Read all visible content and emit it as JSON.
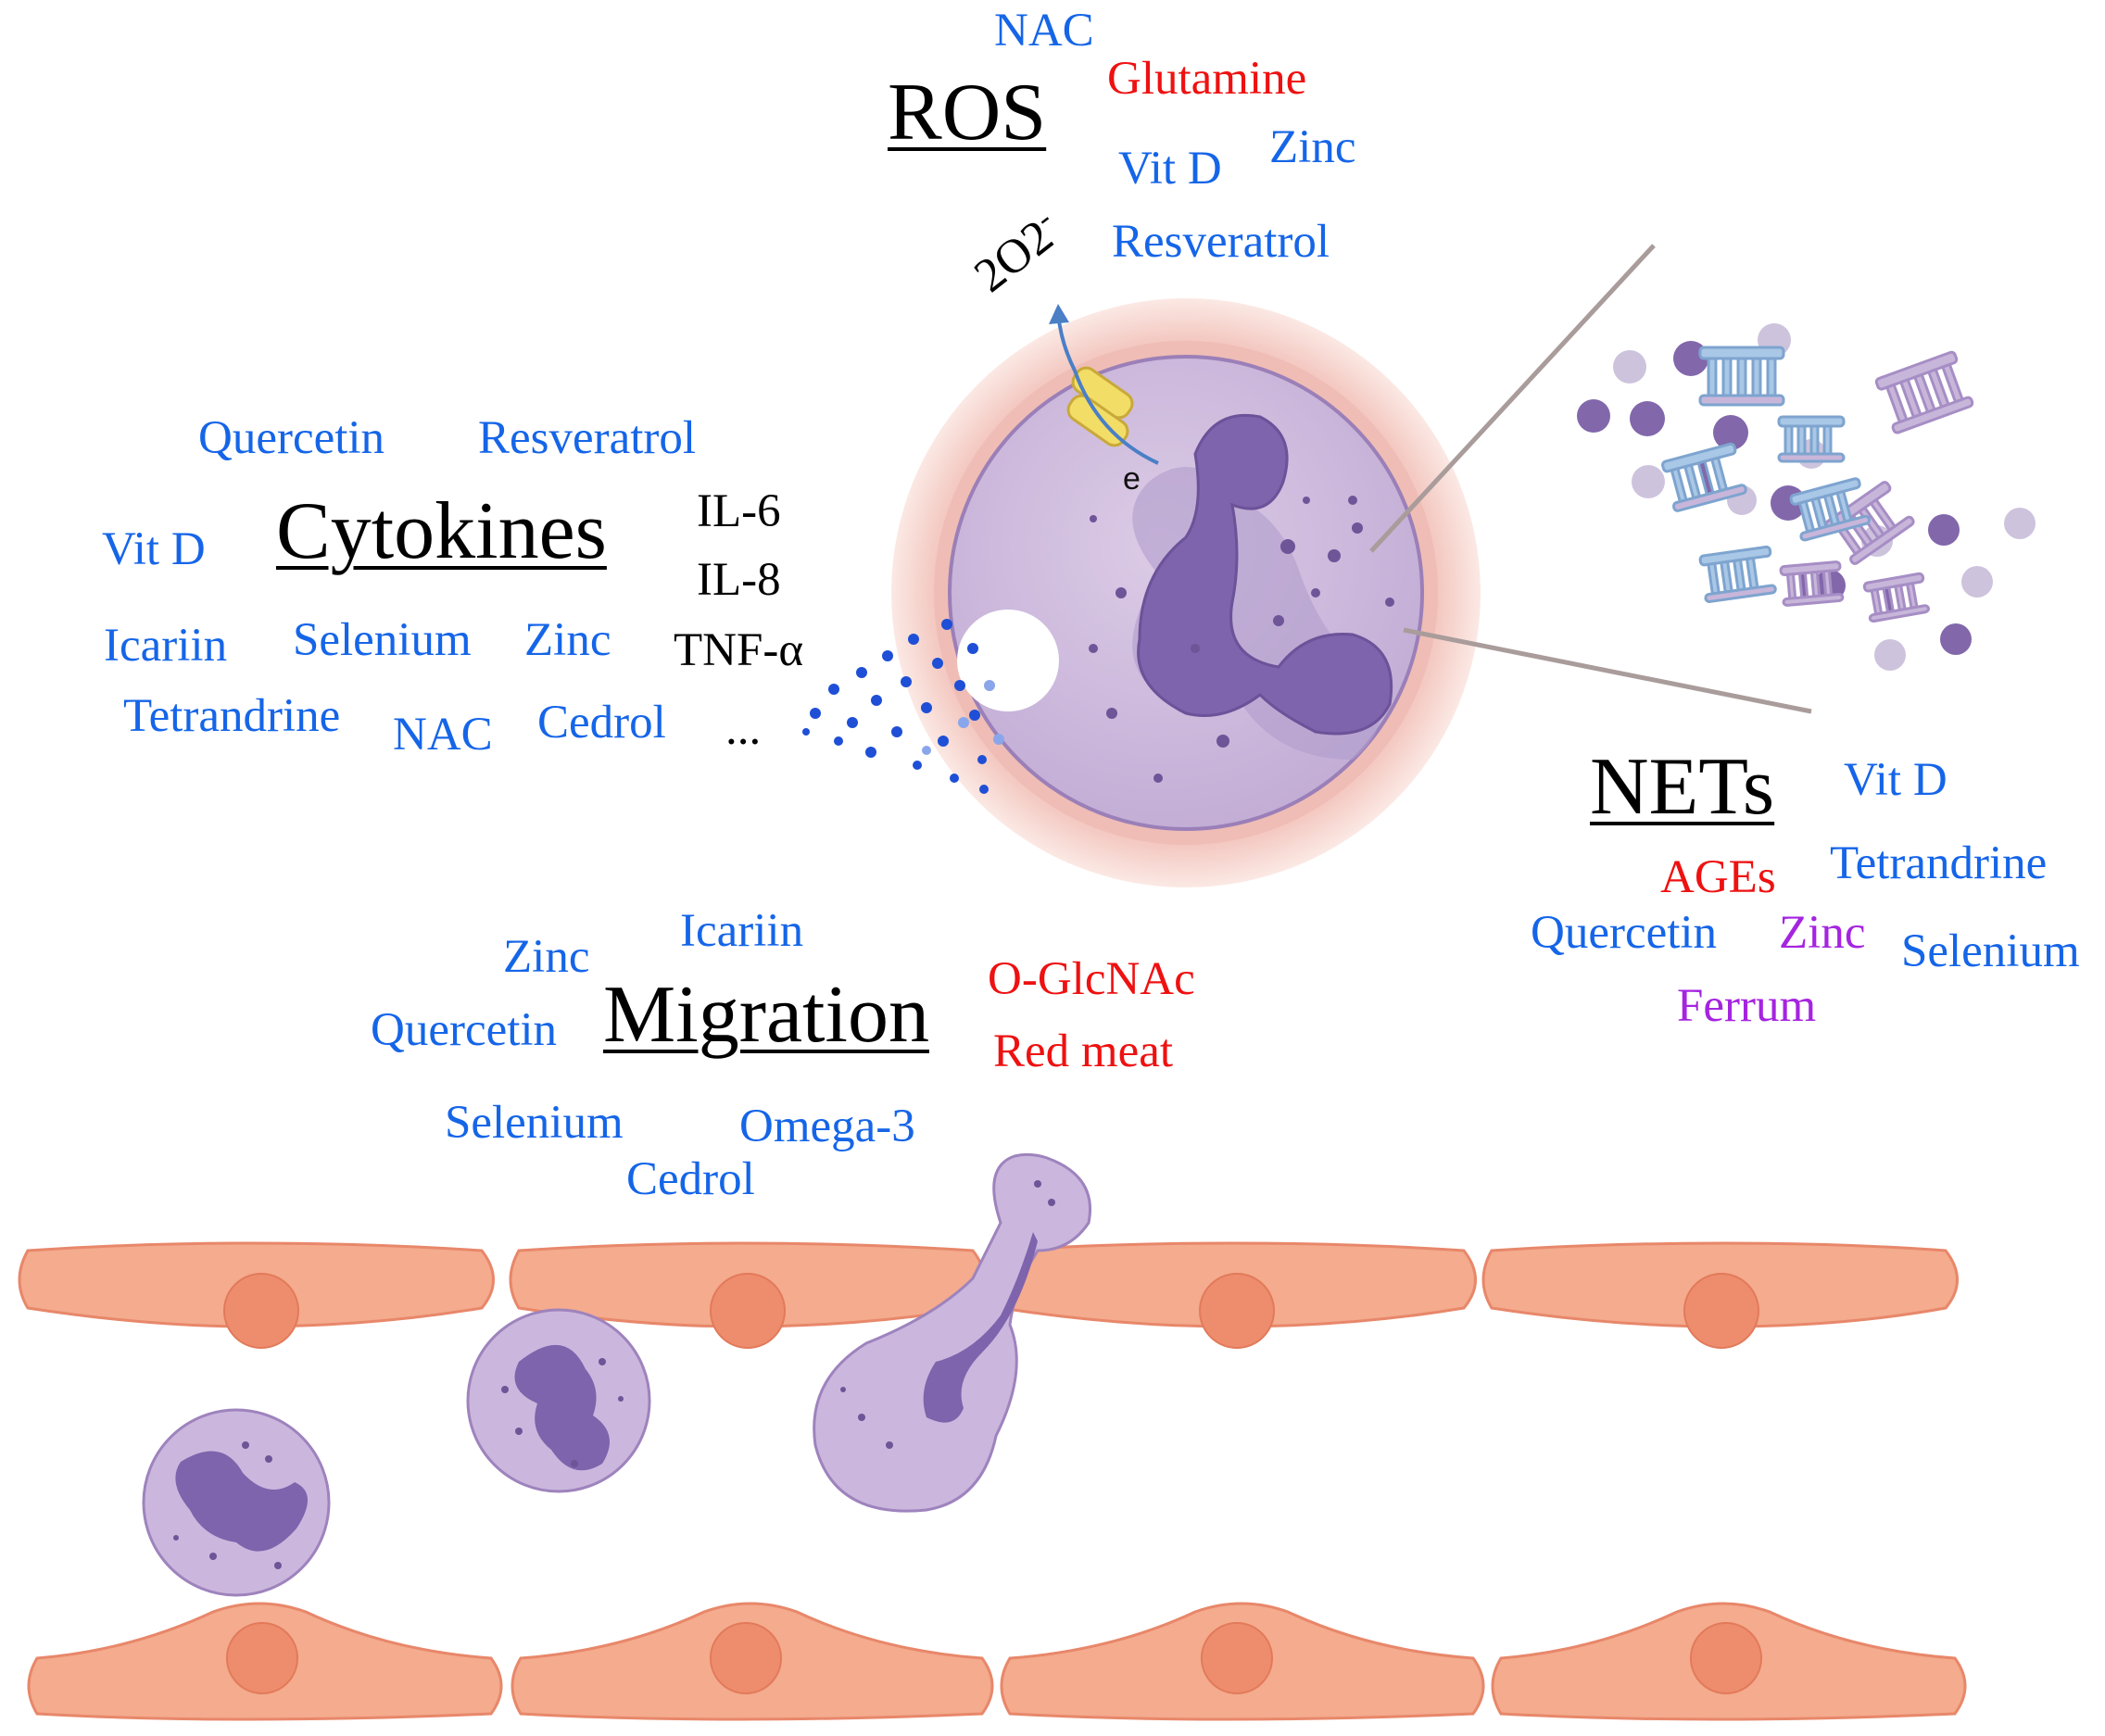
{
  "headings": {
    "ros": "ROS",
    "cytokines": "Cytokines",
    "nets": "NETs",
    "migration": "Migration"
  },
  "ros": {
    "superoxide": "2O2",
    "superoxide_charge": "-",
    "electron": "e",
    "agents": [
      "NAC",
      "Glutamine",
      "Vit D",
      "Zinc",
      "Resveratrol"
    ]
  },
  "cytokines": {
    "markers": [
      "IL-6",
      "IL-8",
      "TNF-α",
      "..."
    ],
    "agents": [
      "Quercetin",
      "Resveratrol",
      "Vit D",
      "Icariin",
      "Selenium",
      "Zinc",
      "Tetrandrine",
      "NAC",
      "Cedrol"
    ]
  },
  "nets": {
    "agents": [
      "Vit D",
      "Tetrandrine",
      "AGEs",
      "Quercetin",
      "Zinc",
      "Selenium",
      "Ferrum"
    ]
  },
  "migration": {
    "agents": [
      "Icariin",
      "Zinc",
      "Quercetin",
      "O-GlcNAc",
      "Red meat",
      "Selenium",
      "Omega-3",
      "Cedrol"
    ]
  },
  "colors": {
    "inhibitor_blue": "#1565e8",
    "promoter_red": "#ee1111",
    "dual_purple": "#a524e0",
    "neutrophil": "#b79bcc",
    "nucleus": "#7e63ad",
    "endothelium": "#f4a98b",
    "endothelial_nucleus": "#ee8a6a"
  }
}
